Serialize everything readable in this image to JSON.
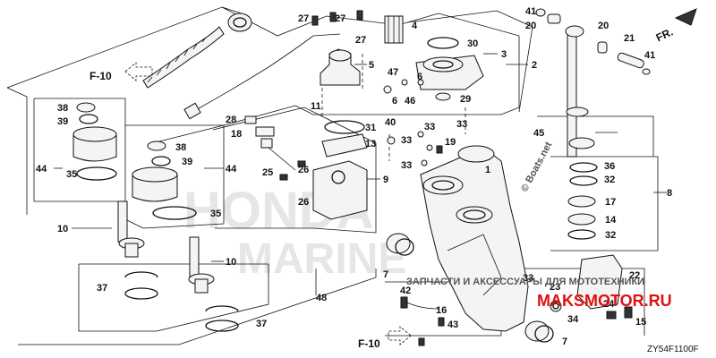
{
  "refs": {
    "f10_top": "F-10",
    "f10_bottom": "F-10",
    "fr": "FR."
  },
  "labels": {
    "l27a": "27",
    "l27b": "27",
    "l27c": "27",
    "l4": "4",
    "l30": "30",
    "l3": "3",
    "l5": "5",
    "l47": "47",
    "l6a": "6",
    "l6b": "6",
    "l46": "46",
    "l29": "29",
    "l2": "2",
    "l41a": "41",
    "l20a": "20",
    "l20b": "20",
    "l21": "21",
    "l41b": "41",
    "l38a": "38",
    "l39a": "39",
    "l44a": "44",
    "l35a": "35",
    "l11": "11",
    "l28": "28",
    "l18": "18",
    "l31": "31",
    "l13": "13",
    "l40": "40",
    "l33a": "33",
    "l33b": "33",
    "l33c": "33",
    "l33d": "33",
    "l19": "19",
    "l1": "1",
    "l45": "45",
    "l36": "36",
    "l32a": "32",
    "l8": "8",
    "l38b": "38",
    "l39b": "39",
    "l44b": "44",
    "l25": "25",
    "l26a": "26",
    "l26b": "26",
    "l9": "9",
    "l35b": "35",
    "l17": "17",
    "l14": "14",
    "l32b": "32",
    "l10a": "10",
    "l10b": "10",
    "l7a": "7",
    "l37a": "37",
    "l37b": "37",
    "l48": "48",
    "l42": "42",
    "l16": "16",
    "l43": "43",
    "l33e": "33",
    "l22": "22",
    "l23": "23",
    "l34": "34",
    "l24": "24",
    "l15": "15",
    "l7b": "7"
  },
  "watermarks": {
    "brand_line1": "HONDA",
    "brand_line2": "MARINE",
    "shop_text": "ЗАПЧАСТИ И АКСЕССУАРЫ ДЛЯ МОТОТЕХНИКИ",
    "shop_site": "MAKSMOTOR.RU",
    "boats_net": "© Boats.net"
  },
  "diagram_code": "ZY54F1100F"
}
